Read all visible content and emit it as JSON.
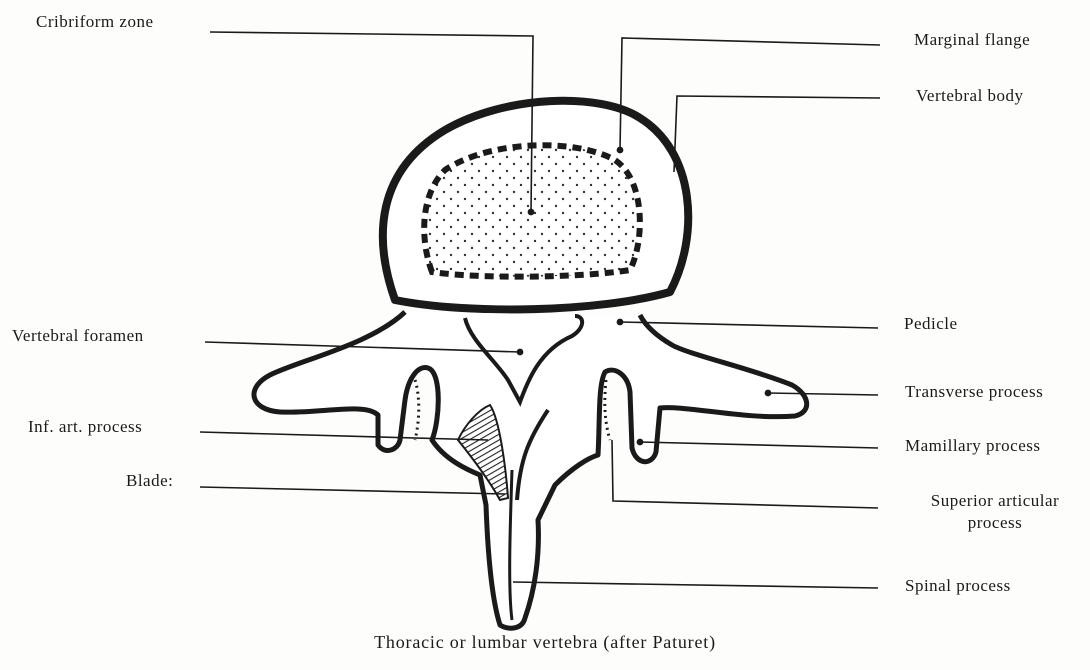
{
  "labels": {
    "cribriform_zone": "Cribriform zone",
    "marginal_flange": "Marginal flange",
    "vertebral_body": "Vertebral body",
    "vertebral_foramen": "Vertebral foramen",
    "pedicle": "Pedicle",
    "transverse_process": "Transverse process",
    "inf_art_process": "Inf. art. process",
    "mamillary_process": "Mamillary process",
    "blade": "Blade:",
    "superior_articular_line1": "Superior articular",
    "superior_articular_line2": "process",
    "spinal_process": "Spinal process"
  },
  "caption": "Thoracic or lumbar vertebra (after Paturet)"
}
